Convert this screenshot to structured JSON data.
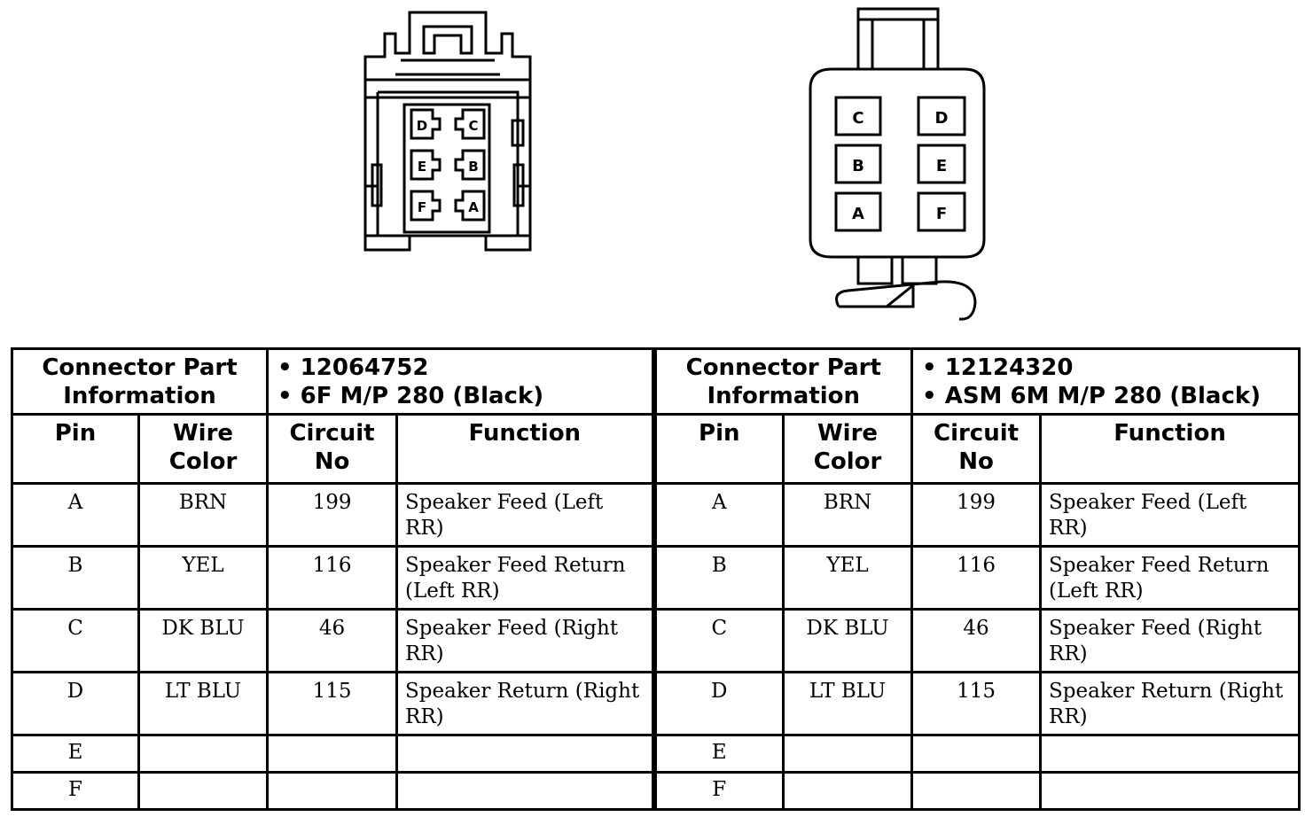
{
  "connectors": [
    {
      "header_label": [
        "Connector Part",
        "Information"
      ],
      "part_info": [
        "• 12064752",
        "• 6F M/P 280 (Black)"
      ],
      "columns": [
        "Pin",
        [
          "Wire",
          "Color"
        ],
        [
          "Circuit",
          "No"
        ],
        "Function"
      ],
      "drawing_pins": [
        "D",
        "C",
        "E",
        "B",
        "F",
        "A"
      ],
      "rows": [
        {
          "pin": "A",
          "wire": "BRN",
          "circuit": "199",
          "function": "Speaker Feed (Left RR)"
        },
        {
          "pin": "B",
          "wire": "YEL",
          "circuit": "116",
          "function": "Speaker Feed Return (Left RR)"
        },
        {
          "pin": "C",
          "wire": "DK BLU",
          "circuit": "46",
          "function": "Speaker Feed (Right RR)"
        },
        {
          "pin": "D",
          "wire": "LT BLU",
          "circuit": "115",
          "function": "Speaker Return (Right RR)"
        },
        {
          "pin": "E",
          "wire": "",
          "circuit": "",
          "function": ""
        },
        {
          "pin": "F",
          "wire": "",
          "circuit": "",
          "function": ""
        }
      ]
    },
    {
      "header_label": [
        "Connector Part",
        "Information"
      ],
      "part_info": [
        "• 12124320",
        "• ASM 6M M/P 280 (Black)"
      ],
      "columns": [
        "Pin",
        [
          "Wire",
          "Color"
        ],
        [
          "Circuit",
          "No"
        ],
        "Function"
      ],
      "drawing_pins": [
        "C",
        "D",
        "B",
        "E",
        "A",
        "F"
      ],
      "rows": [
        {
          "pin": "A",
          "wire": "BRN",
          "circuit": "199",
          "function": "Speaker Feed (Left RR)"
        },
        {
          "pin": "B",
          "wire": "YEL",
          "circuit": "116",
          "function": "Speaker Feed Return (Left RR)"
        },
        {
          "pin": "C",
          "wire": "DK BLU",
          "circuit": "46",
          "function": "Speaker Feed (Right RR)"
        },
        {
          "pin": "D",
          "wire": "LT BLU",
          "circuit": "115",
          "function": "Speaker Return (Right RR)"
        },
        {
          "pin": "E",
          "wire": "",
          "circuit": "",
          "function": ""
        },
        {
          "pin": "F",
          "wire": "",
          "circuit": "",
          "function": ""
        }
      ]
    }
  ]
}
